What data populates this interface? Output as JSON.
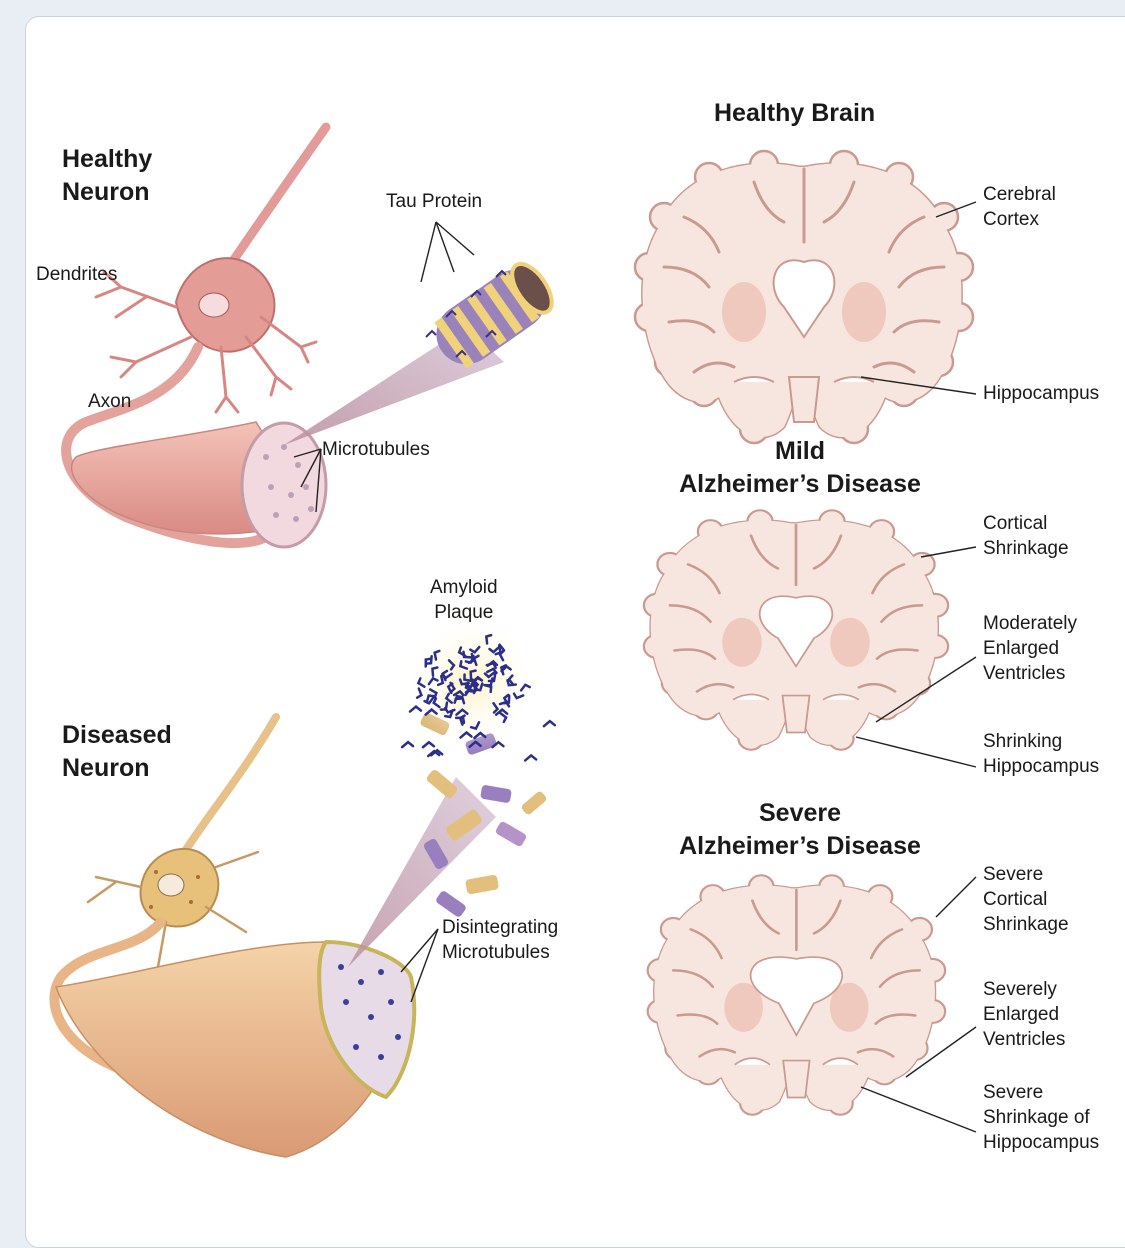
{
  "labels": {
    "healthy_neuron": "Healthy\nNeuron",
    "dendrites": "Dendrites",
    "axon": "Axon",
    "tau_protein": "Tau Protein",
    "microtubules": "Microtubules",
    "diseased_neuron": "Diseased\nNeuron",
    "amyloid_plaque": "Amyloid\nPlaque",
    "disintegrating_microtubules": "Disintegrating\nMicrotubules",
    "healthy_brain": "Healthy Brain",
    "cerebral_cortex": "Cerebral\nCortex",
    "hippocampus": "Hippocampus",
    "mild_alzheimers": "Mild\nAlzheimer’s Disease",
    "cortical_shrinkage": "Cortical\nShrinkage",
    "moderately_enlarged_ventricles": "Moderately\nEnlarged\nVentricles",
    "shrinking_hippocampus": "Shrinking\nHippocampus",
    "severe_alzheimers": "Severe\nAlzheimer’s Disease",
    "severe_cortical_shrinkage": "Severe\nCortical\nShrinkage",
    "severely_enlarged_ventricles": "Severely\nEnlarged\nVentricles",
    "severe_shrinkage_hippocampus": "Severe\nShrinkage of\nHippocampus"
  },
  "colors": {
    "neuron_healthy": "#e8a0a0",
    "neuron_diseased": "#e6c07a",
    "brain_fill": "#f7e6df",
    "brain_outline": "#c99a8f",
    "tau_purple": "#8a6fb0",
    "tau_yellow": "#f0d27a",
    "plaque_blue": "#2b2f8a"
  }
}
